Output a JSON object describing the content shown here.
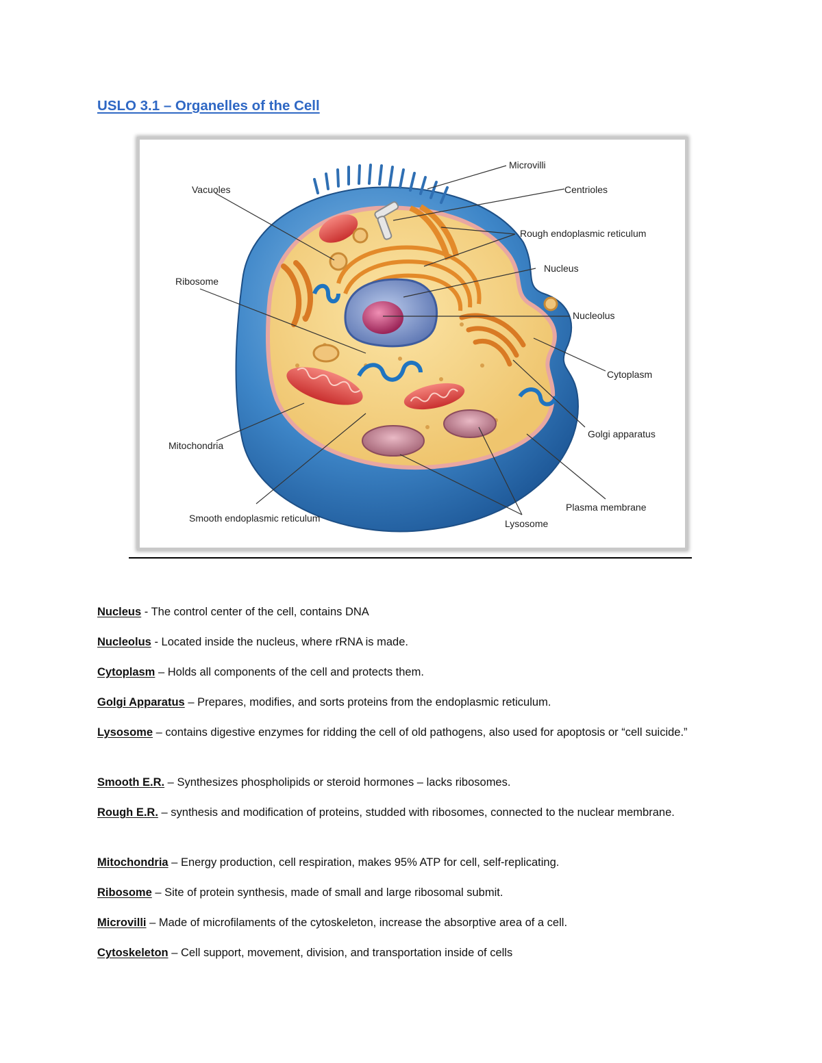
{
  "document": {
    "title": "USLO 3.1 – Organelles of the Cell"
  },
  "figure": {
    "labels": {
      "microvilli": "Microvilli",
      "centrioles": "Centrioles",
      "vacuoles": "Vacuoles",
      "rough_er": "Rough endoplasmic reticulum",
      "nucleus": "Nucleus",
      "ribosome": "Ribosome",
      "nucleolus": "Nucleolus",
      "cytoplasm": "Cytoplasm",
      "golgi": "Golgi apparatus",
      "mitochondria": "Mitochondria",
      "plasma_membrane": "Plasma membrane",
      "smooth_er": "Smooth endoplasmic reticulum",
      "lysosome": "Lysosome"
    }
  },
  "definitions": [
    {
      "term": "Nucleus",
      "sep": " - ",
      "text": "The control center of the cell, contains DNA"
    },
    {
      "term": "Nucleolus",
      "sep": " - ",
      "text": "Located inside the nucleus, where rRNA is made."
    },
    {
      "term": "Cytoplasm",
      "sep": " – ",
      "text": "Holds all components of the cell and protects them."
    },
    {
      "term": "Golgi Apparatus",
      "sep": " – ",
      "text": "Prepares, modifies, and sorts proteins from the endoplasmic reticulum."
    },
    {
      "term": "Lysosome",
      "sep": " – ",
      "text": "contains digestive enzymes for ridding the cell of old pathogens, also used for apoptosis or “cell suicide.”"
    },
    {
      "term": "Smooth E.R.",
      "sep": " – ",
      "text": "Synthesizes phospholipids or steroid hormones – lacks ribosomes."
    },
    {
      "term": "Rough E.R.",
      "sep": " – ",
      "text": "synthesis and modification of proteins, studded with ribosomes, connected to the nuclear membrane."
    },
    {
      "term": "Mitochondria",
      "sep": " – ",
      "text": "Energy production, cell respiration, makes 95% ATP for cell, self-replicating."
    },
    {
      "term": "Ribosome",
      "sep": " – ",
      "text": "Site of protein synthesis, made of small and large ribosomal submit."
    },
    {
      "term": "Microvilli",
      "sep": " – ",
      "text": "Made of microfilaments of the cytoskeleton, increase the absorptive area of a cell."
    },
    {
      "term": "Cytoskeleton",
      "sep": " – ",
      "text": "Cell support, movement, division, and transportation inside of cells"
    }
  ]
}
